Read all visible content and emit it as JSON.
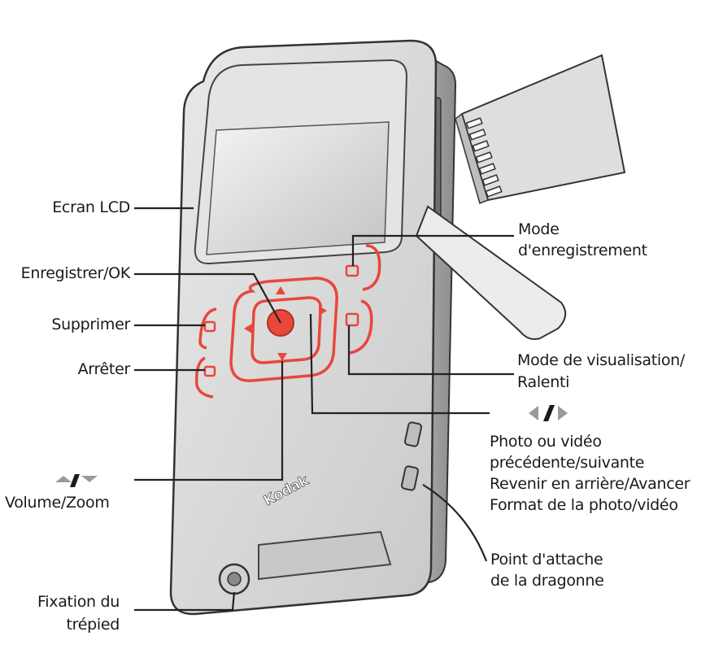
{
  "brand": "Kodak",
  "colors": {
    "accent": "#e8473c",
    "body": "#d9d9d9",
    "outline": "#3a3a3a"
  },
  "labels": {
    "ecran_lcd": "Ecran LCD",
    "enregistrer_ok": "Enregistrer/OK",
    "supprimer": "Supprimer",
    "arreter": "Arrêter",
    "volume_zoom": "Volume/Zoom",
    "fixation_line1": "Fixation du",
    "fixation_line2": "trépied",
    "mode_enr_line1": "Mode",
    "mode_enr_line2": "d'enregistrement",
    "mode_vis_line1": "Mode de visualisation/",
    "mode_vis_line2": "Ralenti",
    "photo_video_line1": "Photo ou vidéo",
    "photo_video_line2": "précédente/suivante",
    "revenir": "Revenir en arrière/Avancer",
    "format": "Format de la photo/vidéo",
    "point_line1": "Point d'attache",
    "point_line2": "de la dragonne"
  },
  "icons": {
    "up_down": "up-down-triangles-icon",
    "left_right": "left-right-triangles-icon"
  }
}
